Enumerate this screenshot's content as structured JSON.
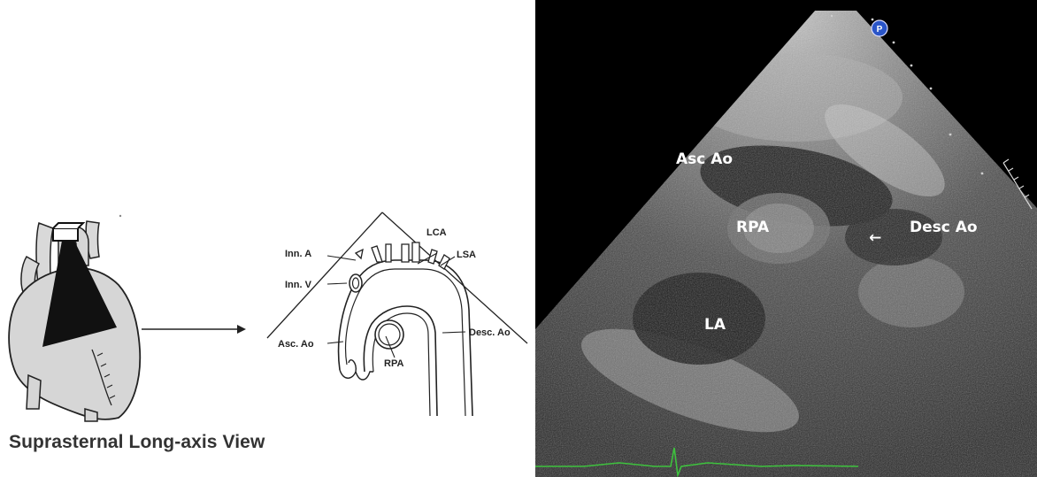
{
  "caption": "Suprasternal Long-axis View",
  "schematic_labels": {
    "lca": "LCA",
    "inn_a": "Inn. A",
    "lsa": "LSA",
    "inn_v": "Inn. V",
    "asc_ao": "Asc. Ao",
    "desc_ao": "Desc. Ao",
    "rpa": "RPA"
  },
  "echo_labels": {
    "asc_ao": "Asc Ao",
    "rpa": "RPA",
    "desc_ao": "Desc Ao",
    "la": "LA",
    "arrow": "←"
  },
  "echo_badge": "P",
  "colors": {
    "echo_background": "#000000",
    "ecg_trace": "#3ec23e",
    "badge": "#2a55c8"
  },
  "icons": [
    "heart-with-probe-icon",
    "arrow-right-icon",
    "aortic-arch-schematic-icon"
  ]
}
